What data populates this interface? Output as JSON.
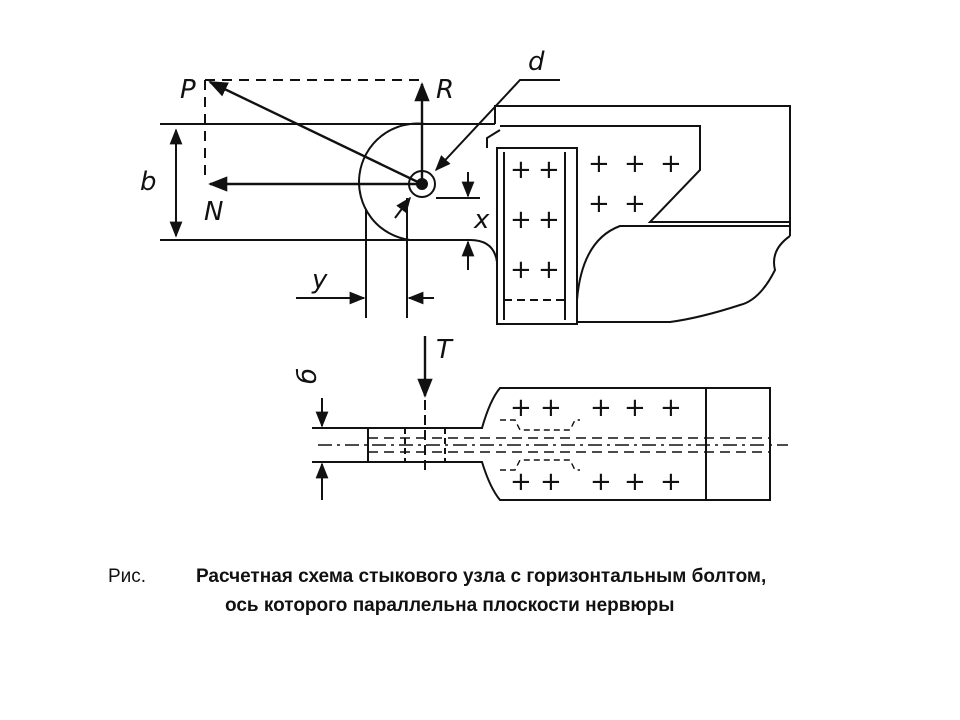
{
  "figure": {
    "labels": {
      "P": "P",
      "R": "R",
      "N": "N",
      "d": "d",
      "b": "b",
      "x": "x",
      "y": "y",
      "T": "T",
      "delta": "б"
    },
    "bolt_mark": "+",
    "line_color": "#111111"
  },
  "caption": {
    "prefix": "Рис.",
    "line1": "Расчетная схема стыкового узла с горизонтальным болтом,",
    "line2": "ось которого параллельна плоскости нервюры"
  }
}
